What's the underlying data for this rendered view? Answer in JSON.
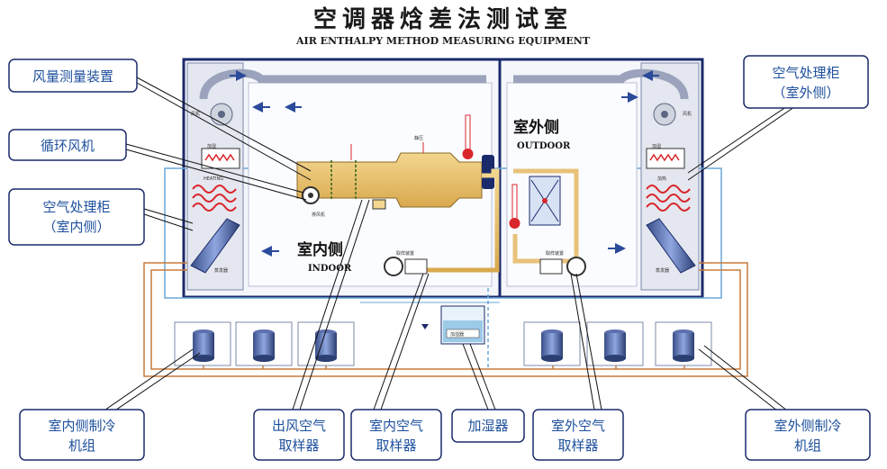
{
  "title": "空调器焓差法测试室",
  "subtitle": "AIR ENTHALPY METHOD MEASURING EQUIPMENT",
  "rooms": {
    "indoor_cn": "室内侧",
    "indoor_en": "INDOOR",
    "outdoor_cn": "室外侧",
    "outdoor_en": "OUTDOOR"
  },
  "callouts": {
    "airflow_device": "风量测量装置",
    "circulating_fan": "循环风机",
    "ahu_indoor_l1": "空气处理柜",
    "ahu_indoor_l2": "（室内侧）",
    "ahu_outdoor_l1": "空气处理柜",
    "ahu_outdoor_l2": "（室外侧）",
    "chiller_indoor_l1": "室内侧制冷",
    "chiller_indoor_l2": "机组",
    "outlet_sampler_l1": "出风空气",
    "outlet_sampler_l2": "取样器",
    "indoor_sampler_l1": "室内空气",
    "indoor_sampler_l2": "取样器",
    "humidifier": "加湿器",
    "outdoor_sampler_l1": "室外空气",
    "outdoor_sampler_l2": "取样器",
    "chiller_outdoor_l1": "室外侧制冷",
    "chiller_outdoor_l2": "机组"
  },
  "small_labels": {
    "fan_l": "风机",
    "fan_r": "风机",
    "humidifier_l": "加湿",
    "humidifier_r": "加湿",
    "heating_l": "HEATING",
    "heating_r": "加热",
    "evap_l": "蒸发器",
    "evap_r": "蒸发器",
    "static_pressure": "静压",
    "exhaust_fan": "排风机",
    "sampler_in": "取样装置",
    "sampler_out": "取样装置",
    "humid_unit": "加湿器"
  },
  "colors": {
    "room_border": "#1b2a6b",
    "pipe": "#c87a3a",
    "duct": "#e8c27a",
    "callout_text": "#1d4f9c",
    "heater": "#d9262b"
  }
}
